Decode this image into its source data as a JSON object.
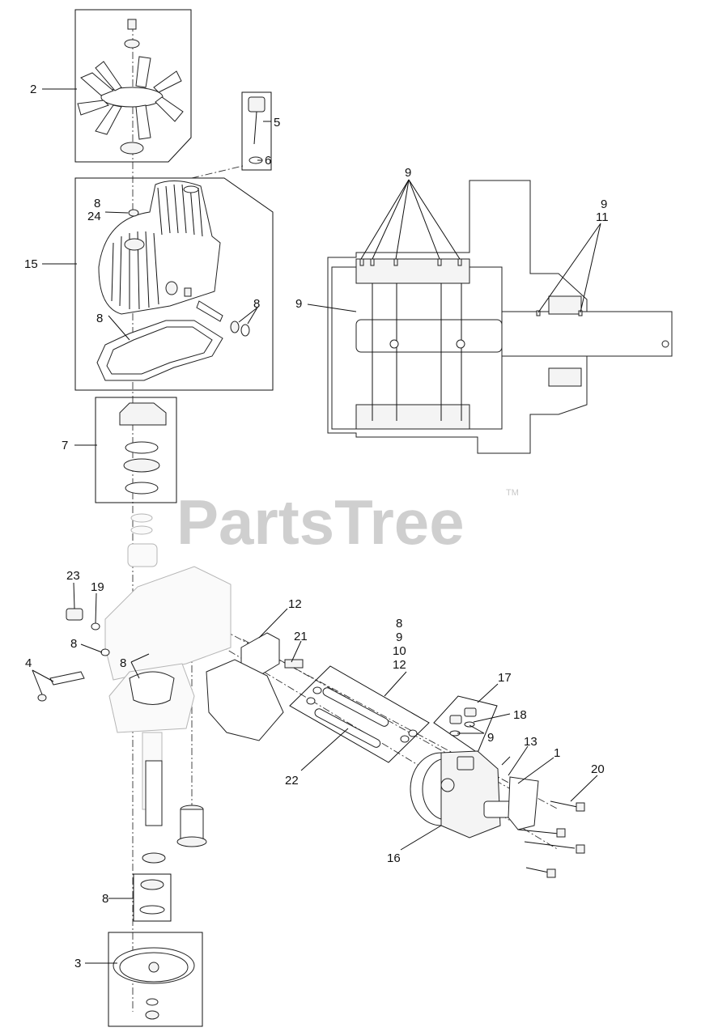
{
  "watermark": {
    "brand": "PartsTree",
    "trademark": "TM"
  },
  "callouts": {
    "c1": "1",
    "c2": "2",
    "c3": "3",
    "c4": "4",
    "c5": "5",
    "c6": "6",
    "c7": "7",
    "c8_gasket": "8",
    "c8_seals": "8",
    "c8_cap": "8",
    "c24_cap": "24",
    "c8_housing": "8",
    "c8_ring": "8",
    "c8_bearing": "8",
    "c9_top": "9",
    "c9_left": "9",
    "c9_right": "9",
    "c11_right": "11",
    "c9_filter": "9",
    "c8_kit": "8",
    "c9_kit": "9",
    "c10_kit": "10",
    "c12_kit": "12",
    "c12_bracket": "12",
    "c13": "13",
    "c15": "15",
    "c16": "16",
    "c17": "17",
    "c18": "18",
    "c19": "19",
    "c20": "20",
    "c21": "21",
    "c22": "22",
    "c23": "23"
  }
}
